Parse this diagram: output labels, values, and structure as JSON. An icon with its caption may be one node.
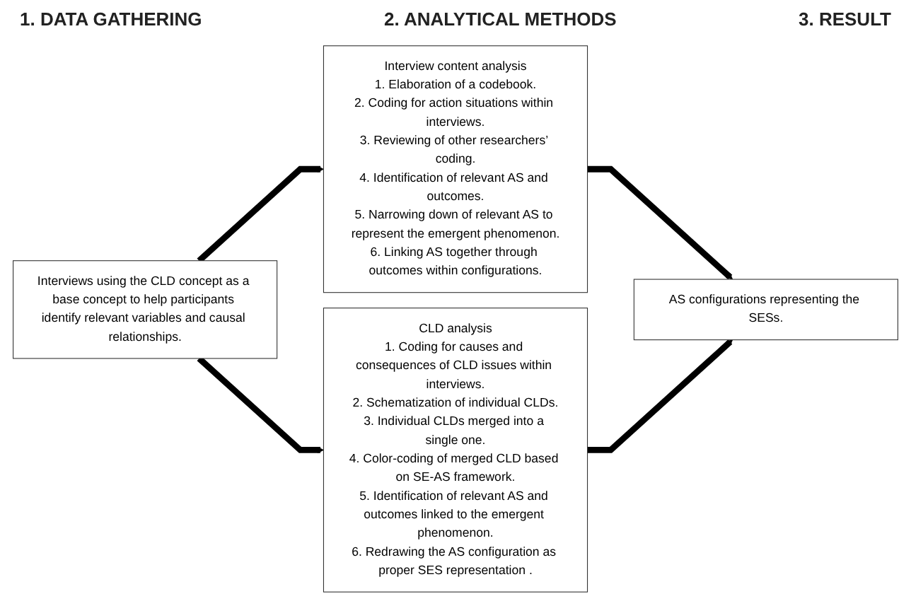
{
  "diagram": {
    "nodes": [
      {
        "text": [
          "Interviews using the CLD concept as a base concept to help participants identify relevant variables and causal relationships."
        ]
      },
      {
        "text": [
          "Interview content analysis",
          "1. Elaboration of a codebook.",
          "2. Coding for action situations within interviews.",
          "3. Reviewing of other researchers’ coding.",
          "4. Identification of relevant AS and outcomes.",
          "5. Narrowing down of relevant AS to represent the emergent phenomenon.",
          "6. Linking AS together through outcomes within configurations."
        ]
      },
      {
        "text": [
          "CLD analysis",
          "1. Coding for causes and consequences of CLD issues within interviews.",
          "2. Schematization of individual CLDs.",
          "3. Individual CLDs merged into a single one.",
          "4. Color-coding of merged CLD based on SE-AS framework.",
          "5. Identification of relevant AS and outcomes linked to the emergent phenomenon.",
          "6. Redrawing the AS configuration as proper SES representation ."
        ]
      },
      {
        "text": [
          "AS configurations representing the SESs."
        ]
      }
    ],
    "edges": [
      {
        "from": 0,
        "to": 1,
        "arrow": "to"
      },
      {
        "from": 0,
        "to": 2,
        "arrow": "to"
      },
      {
        "from": 1,
        "to": 3,
        "arrow": "to"
      },
      {
        "from": 2,
        "to": 3,
        "arrow": "to"
      }
    ],
    "labels": [
      "1. DATA GATHERING",
      "2. ANALYTICAL METHODS",
      "3. RESULT"
    ]
  }
}
